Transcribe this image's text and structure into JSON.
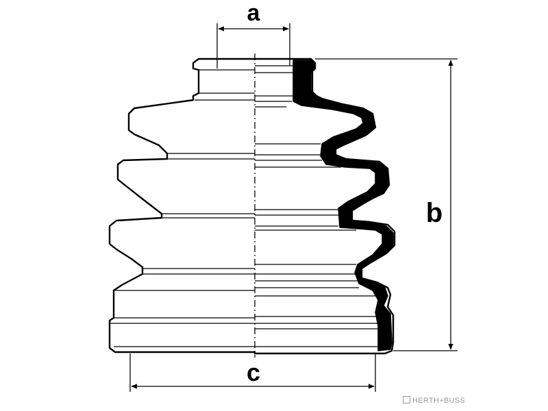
{
  "dimensions": {
    "a": "a",
    "b": "b",
    "c": "c"
  },
  "watermark": "HERTH+BUSS",
  "colors": {
    "line": "#000000",
    "background": "#ffffff",
    "watermark": "#9a9a9a"
  }
}
